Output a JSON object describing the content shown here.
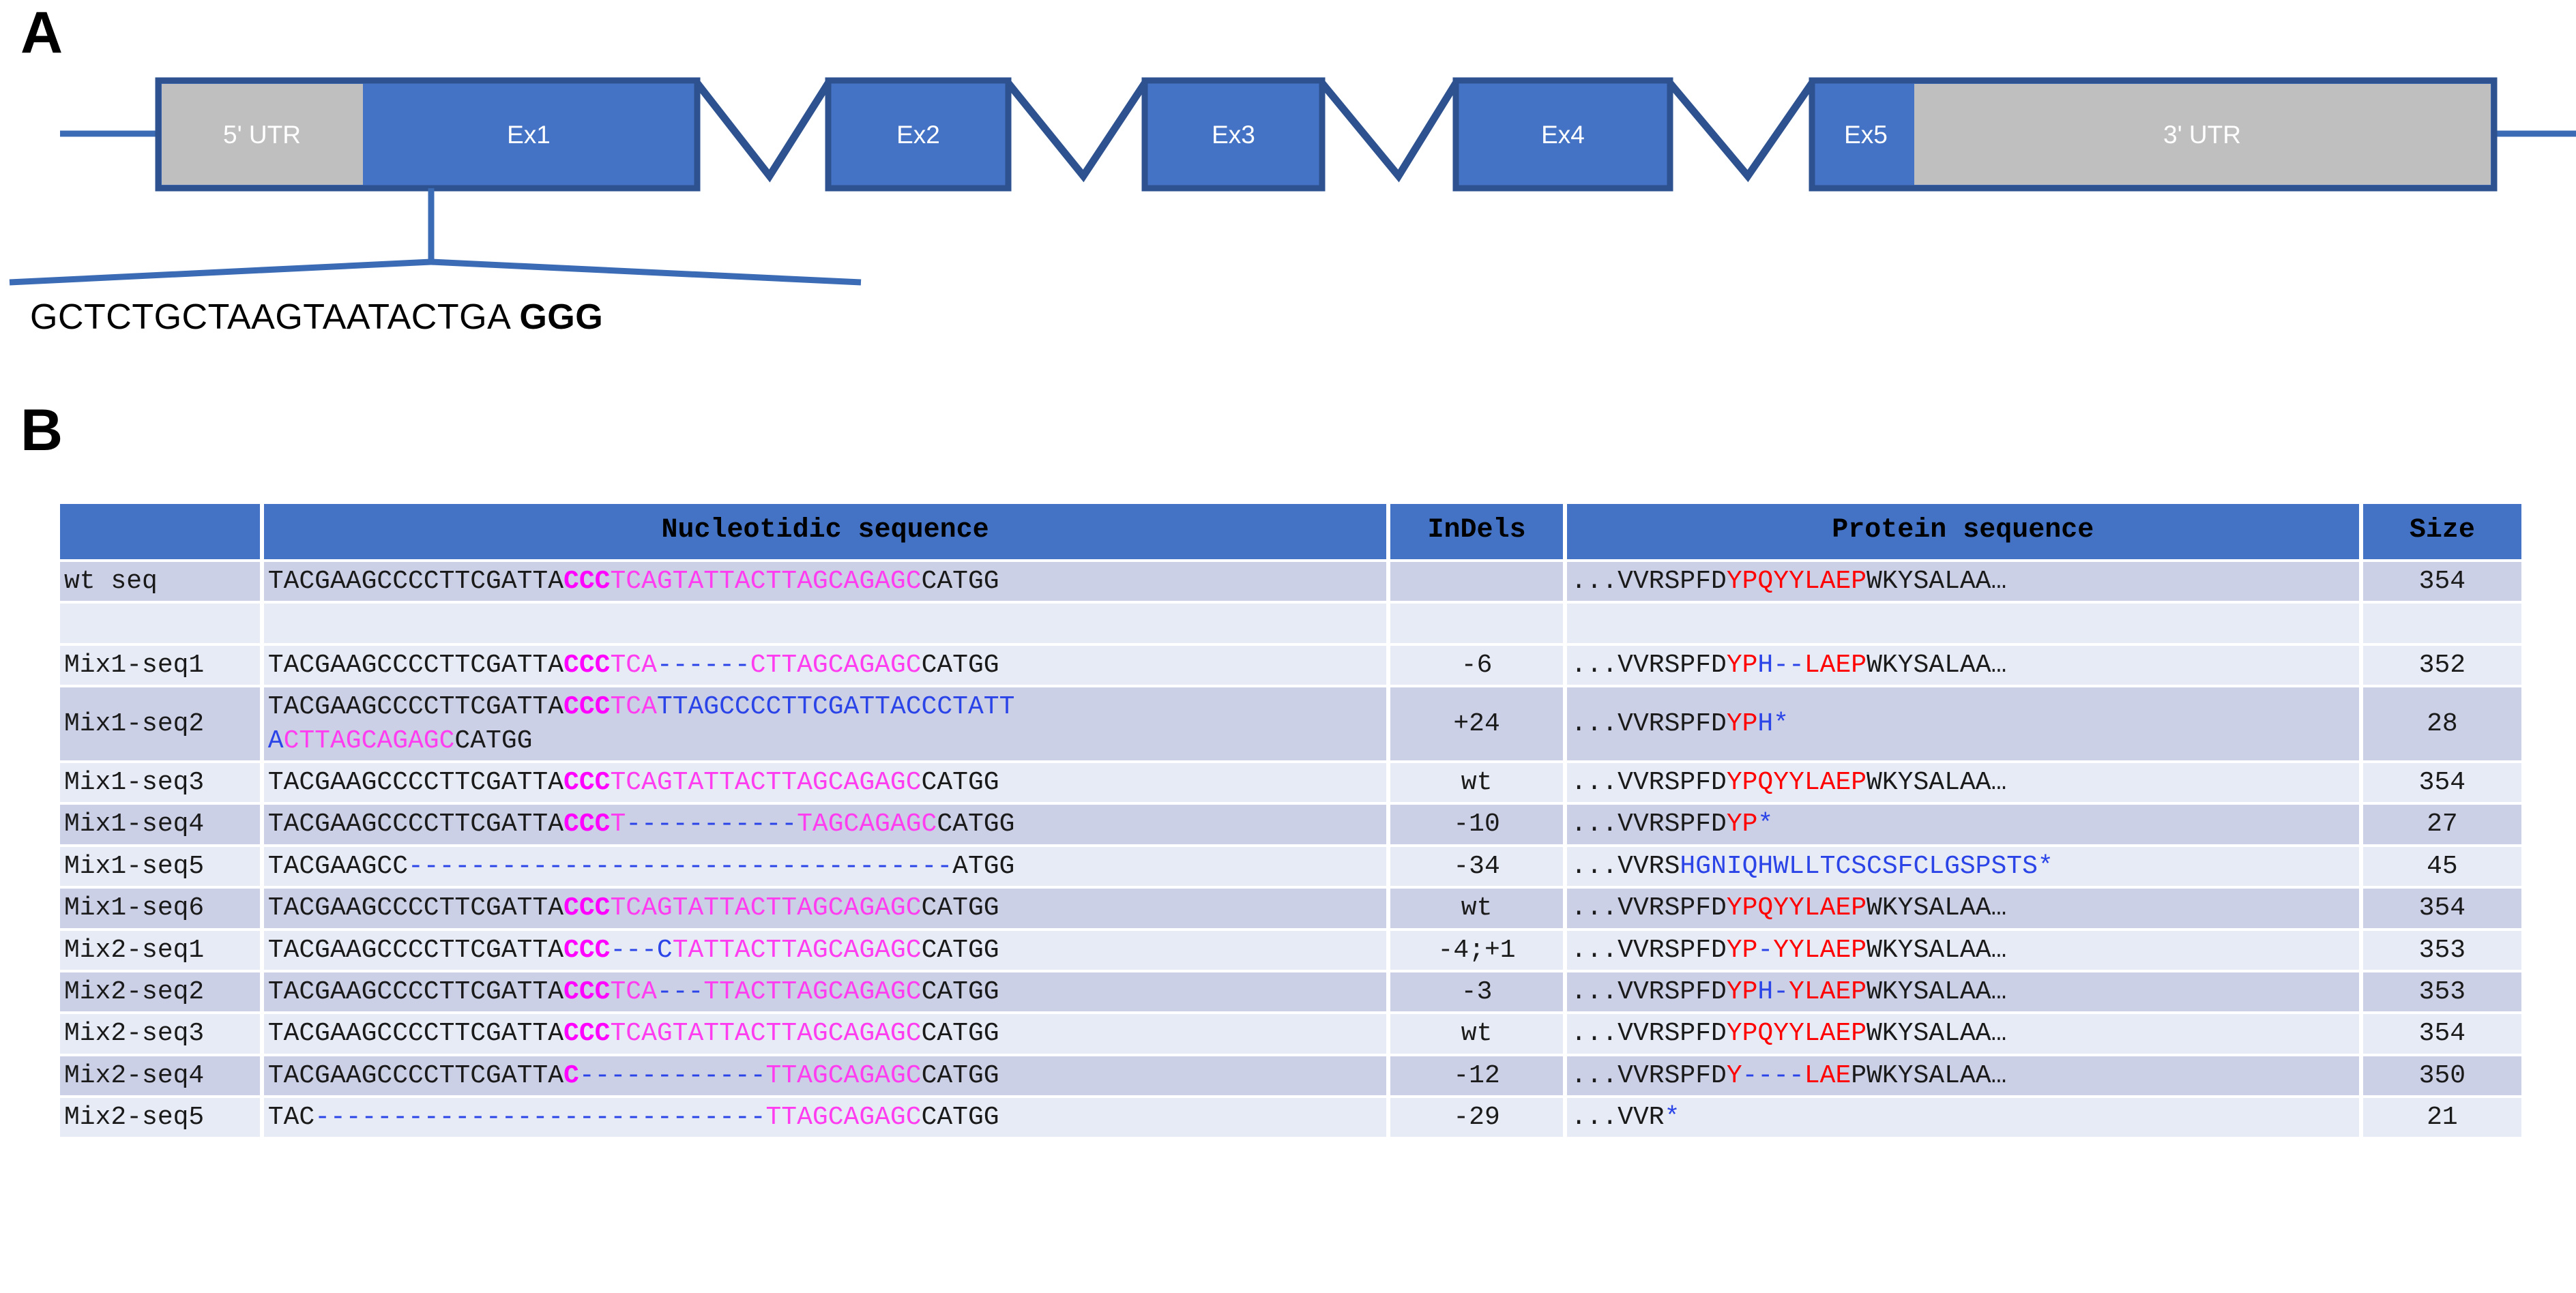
{
  "panels": {
    "a_letter": "A",
    "b_letter": "B"
  },
  "gene_diagram": {
    "five_utr_label": "5' UTR",
    "three_utr_label": "3' UTR",
    "exons": [
      "Ex1",
      "Ex2",
      "Ex3",
      "Ex4",
      "Ex5"
    ],
    "guide_sequence": "GCTCTGCTAAGTAATACTGA ",
    "pam": "GGG",
    "colors": {
      "exon_fill": "#4472c4",
      "exon_stroke": "#2e528f",
      "utr_fill": "#bfbfbf",
      "intron_line": "#3b6bb5"
    }
  },
  "table": {
    "headers": {
      "label": "",
      "nucleotidic": "Nucleotidic sequence",
      "indels": "InDels",
      "protein": "Protein sequence",
      "size": "Size"
    },
    "colors": {
      "header_bg": "#4472c4",
      "row_dark": "#ccd0e6",
      "row_light": "#e7ebf5",
      "pam_magenta": "#ff00ff",
      "nucleotide_pink": "#ff3df0",
      "insert_blue": "#2a44e8",
      "protein_red": "#ff0000",
      "protein_blue": "#2a44e8"
    },
    "rows": [
      {
        "id": "wt-seq",
        "label": "wt seq",
        "nuc_lines": [
          [
            {
              "t": "TACGAAGCCCCTTCGATTA",
              "c": "black"
            },
            {
              "t": "CCC",
              "c": "pam"
            },
            {
              "t": "TCAGTATTACTTAGCAGAGC",
              "c": "pink"
            },
            {
              "t": "CATGG",
              "c": "black"
            }
          ]
        ],
        "indel": "",
        "prot": [
          {
            "t": "...VVRSPFD",
            "c": "black"
          },
          {
            "t": "YPQYYLAEP",
            "c": "red"
          },
          {
            "t": "WKYSALAA…",
            "c": "black"
          }
        ],
        "size": "354"
      },
      {
        "id": "mix1-seq1",
        "label": "Mix1-seq1",
        "nuc_lines": [
          [
            {
              "t": "TACGAAGCCCCTTCGATTA",
              "c": "black"
            },
            {
              "t": "CCC",
              "c": "pam"
            },
            {
              "t": "TCA",
              "c": "pink"
            },
            {
              "t": "------",
              "c": "blue"
            },
            {
              "t": "CTTAGCAGAGC",
              "c": "pink"
            },
            {
              "t": "CATGG",
              "c": "black"
            }
          ]
        ],
        "indel": "-6",
        "prot": [
          {
            "t": "...VVRSPFD",
            "c": "black"
          },
          {
            "t": "YP",
            "c": "red"
          },
          {
            "t": "H",
            "c": "blue"
          },
          {
            "t": "--",
            "c": "blue"
          },
          {
            "t": "LAEP",
            "c": "red"
          },
          {
            "t": "WKYSALAA…",
            "c": "black"
          }
        ],
        "size": "352"
      },
      {
        "id": "mix1-seq2",
        "label": "Mix1-seq2",
        "nuc_lines": [
          [
            {
              "t": "TACGAAGCCCCTTCGATTA",
              "c": "black"
            },
            {
              "t": "CCC",
              "c": "pam"
            },
            {
              "t": "TCA",
              "c": "pink"
            },
            {
              "t": "TTAGCCCCTTCGATTACCCTATT",
              "c": "blue"
            }
          ],
          [
            {
              "t": "A",
              "c": "blue"
            },
            {
              "t": "CTTAGCAGAGC",
              "c": "pink"
            },
            {
              "t": "CATGG",
              "c": "black"
            }
          ]
        ],
        "indel": "+24",
        "prot": [
          {
            "t": "...VVRSPFD",
            "c": "black"
          },
          {
            "t": "YP",
            "c": "red"
          },
          {
            "t": "H",
            "c": "blue"
          },
          {
            "t": "*",
            "c": "blue"
          }
        ],
        "size": "28"
      },
      {
        "id": "mix1-seq3",
        "label": "Mix1-seq3",
        "nuc_lines": [
          [
            {
              "t": "TACGAAGCCCCTTCGATTA",
              "c": "black"
            },
            {
              "t": "CCC",
              "c": "pam"
            },
            {
              "t": "TCAGTATTACTTAGCAGAGC",
              "c": "pink"
            },
            {
              "t": "CATGG",
              "c": "black"
            }
          ]
        ],
        "indel": "wt",
        "prot": [
          {
            "t": "...VVRSPFD",
            "c": "black"
          },
          {
            "t": "YPQYYLAEP",
            "c": "red"
          },
          {
            "t": "WKYSALAA…",
            "c": "black"
          }
        ],
        "size": "354"
      },
      {
        "id": "mix1-seq4",
        "label": "Mix1-seq4",
        "nuc_lines": [
          [
            {
              "t": "TACGAAGCCCCTTCGATTA",
              "c": "black"
            },
            {
              "t": "CCC",
              "c": "pam"
            },
            {
              "t": "T",
              "c": "pink"
            },
            {
              "t": "-----------",
              "c": "blue"
            },
            {
              "t": "TAGCAGAGC",
              "c": "pink"
            },
            {
              "t": "CATGG",
              "c": "black"
            }
          ]
        ],
        "indel": "-10",
        "prot": [
          {
            "t": "...VVRSPFD",
            "c": "black"
          },
          {
            "t": "YP",
            "c": "red"
          },
          {
            "t": "*",
            "c": "blue"
          }
        ],
        "size": "27"
      },
      {
        "id": "mix1-seq5",
        "label": "Mix1-seq5",
        "nuc_lines": [
          [
            {
              "t": "TACGAAGCC",
              "c": "black"
            },
            {
              "t": "-----------------------------------",
              "c": "blue"
            },
            {
              "t": "ATGG",
              "c": "black"
            }
          ]
        ],
        "indel": "-34",
        "prot": [
          {
            "t": "...VVRS",
            "c": "black"
          },
          {
            "t": "HGNIQHWLLTCSCSFCLGSPSTS*",
            "c": "blue"
          }
        ],
        "size": "45"
      },
      {
        "id": "mix1-seq6",
        "label": "Mix1-seq6",
        "nuc_lines": [
          [
            {
              "t": "TACGAAGCCCCTTCGATTA",
              "c": "black"
            },
            {
              "t": "CCC",
              "c": "pam"
            },
            {
              "t": "TCAGTATTACTTAGCAGAGC",
              "c": "pink"
            },
            {
              "t": "CATGG",
              "c": "black"
            }
          ]
        ],
        "indel": "wt",
        "prot": [
          {
            "t": "...VVRSPFD",
            "c": "black"
          },
          {
            "t": "YPQYYLAEP",
            "c": "red"
          },
          {
            "t": "WKYSALAA…",
            "c": "black"
          }
        ],
        "size": "354"
      },
      {
        "id": "mix2-seq1",
        "label": "Mix2-seq1",
        "nuc_lines": [
          [
            {
              "t": "TACGAAGCCCCTTCGATTA",
              "c": "black"
            },
            {
              "t": "CCC",
              "c": "pam"
            },
            {
              "t": "---",
              "c": "blue"
            },
            {
              "t": "C",
              "c": "blue"
            },
            {
              "t": "TATTACTTAGCAGAGC",
              "c": "pink"
            },
            {
              "t": "CATGG",
              "c": "black"
            }
          ]
        ],
        "indel": "-4;+1",
        "prot": [
          {
            "t": "...VVRSPFD",
            "c": "black"
          },
          {
            "t": "YP",
            "c": "red"
          },
          {
            "t": "-",
            "c": "blue"
          },
          {
            "t": "YYLAEP",
            "c": "red"
          },
          {
            "t": "WKYSALAA…",
            "c": "black"
          }
        ],
        "size": "353"
      },
      {
        "id": "mix2-seq2",
        "label": "Mix2-seq2",
        "nuc_lines": [
          [
            {
              "t": "TACGAAGCCCCTTCGATTA",
              "c": "black"
            },
            {
              "t": "CCC",
              "c": "pam"
            },
            {
              "t": "TCA",
              "c": "pink"
            },
            {
              "t": "---",
              "c": "blue"
            },
            {
              "t": "TTACTTAGCAGAGC",
              "c": "pink"
            },
            {
              "t": "CATGG",
              "c": "black"
            }
          ]
        ],
        "indel": "-3",
        "prot": [
          {
            "t": "...VVRSPFD",
            "c": "black"
          },
          {
            "t": "YP",
            "c": "red"
          },
          {
            "t": "H",
            "c": "blue"
          },
          {
            "t": "-",
            "c": "blue"
          },
          {
            "t": "YLAEP",
            "c": "red"
          },
          {
            "t": "WKYSALAA…",
            "c": "black"
          }
        ],
        "size": "353"
      },
      {
        "id": "mix2-seq3",
        "label": "Mix2-seq3",
        "nuc_lines": [
          [
            {
              "t": "TACGAAGCCCCTTCGATTA",
              "c": "black"
            },
            {
              "t": "CCC",
              "c": "pam"
            },
            {
              "t": "TCAGTATTACTTAGCAGAGC",
              "c": "pink"
            },
            {
              "t": "CATGG",
              "c": "black"
            }
          ]
        ],
        "indel": "wt",
        "prot": [
          {
            "t": "...VVRSPFD",
            "c": "black"
          },
          {
            "t": "YPQYYLAEP",
            "c": "red"
          },
          {
            "t": "WKYSALAA…",
            "c": "black"
          }
        ],
        "size": "354"
      },
      {
        "id": "mix2-seq4",
        "label": "Mix2-seq4",
        "nuc_lines": [
          [
            {
              "t": "TACGAAGCCCCTTCGATTA",
              "c": "black"
            },
            {
              "t": "C",
              "c": "pam"
            },
            {
              "t": "------------",
              "c": "blue"
            },
            {
              "t": "TTAGCAGAGC",
              "c": "pink"
            },
            {
              "t": "CATGG",
              "c": "black"
            }
          ]
        ],
        "indel": "-12",
        "prot": [
          {
            "t": "...VVRSPFD",
            "c": "black"
          },
          {
            "t": "Y",
            "c": "red"
          },
          {
            "t": "----",
            "c": "blue"
          },
          {
            "t": "LAE",
            "c": "red"
          },
          {
            "t": "PWKYSALAA…",
            "c": "black"
          }
        ],
        "size": "350"
      },
      {
        "id": "mix2-seq5",
        "label": "Mix2-seq5",
        "nuc_lines": [
          [
            {
              "t": "TAC",
              "c": "black"
            },
            {
              "t": "-----------------------------",
              "c": "blue"
            },
            {
              "t": "TTAGCAGAGC",
              "c": "pink"
            },
            {
              "t": "CATGG",
              "c": "black"
            }
          ]
        ],
        "indel": "-29",
        "prot": [
          {
            "t": "...VVR",
            "c": "black"
          },
          {
            "t": "*",
            "c": "blue"
          }
        ],
        "size": "21"
      }
    ]
  }
}
